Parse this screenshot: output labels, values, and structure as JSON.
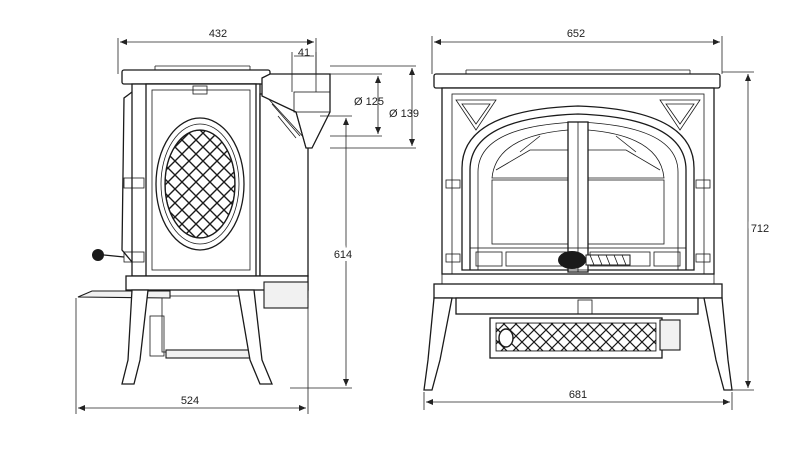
{
  "dimensions": {
    "side_width": "432",
    "side_offset": "41",
    "side_base": "524",
    "flue_inner": "Ø 125",
    "flue_outer": "Ø 139",
    "flue_height": "614",
    "front_width": "652",
    "front_base": "681",
    "front_height": "712"
  }
}
